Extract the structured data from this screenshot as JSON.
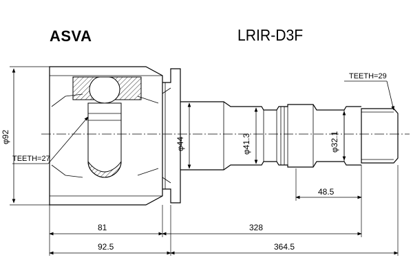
{
  "header": {
    "brand": "ASVA",
    "part_number": "LRIR-D3F"
  },
  "labels": {
    "outer_diameter": "φ92",
    "teeth_inner": "TEETH=27",
    "teeth_outer": "TEETH=29",
    "dia_44": "φ44",
    "dia_41_3": "φ41.3",
    "dia_32_1": "φ32.1"
  },
  "dimensions": {
    "d_48_5": "48.5",
    "d_81": "81",
    "d_328": "328",
    "d_92_5": "92.5",
    "d_364_5": "364.5"
  },
  "colors": {
    "line": "#000000",
    "background": "#ffffff"
  }
}
